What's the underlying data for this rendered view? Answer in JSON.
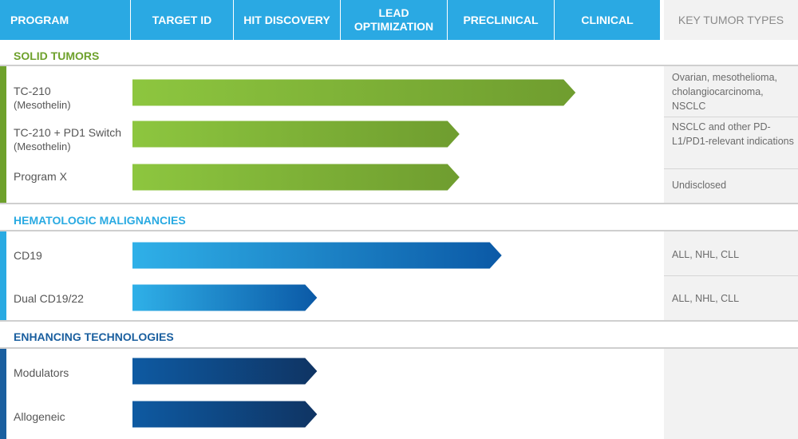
{
  "header": {
    "columns": [
      {
        "label": "PROGRAM",
        "align": "left"
      },
      {
        "label": "TARGET ID"
      },
      {
        "label": "HIT DISCOVERY"
      },
      {
        "label": "LEAD OPTIMIZATION"
      },
      {
        "label": "PRECLINICAL"
      },
      {
        "label": "CLINICAL"
      }
    ],
    "key_label": "KEY TUMOR TYPES"
  },
  "colors": {
    "header_blue": "#2aa9e3",
    "solid_green": "#7aab2b",
    "hematologic_blue": "#29aae2",
    "enhancing_navy": "#1a5f9f",
    "key_bg": "#f2f2f2"
  },
  "sections": [
    {
      "title": "SOLID TUMORS",
      "color": "#6ea12c",
      "programs": [
        {
          "name": "TC-210",
          "sub": "(Mesothelin)",
          "stage": "Clinical",
          "progress": 0.84,
          "tumor_types": "Ovarian, mesothelioma, cholangiocarcinoma, NSCLC"
        },
        {
          "name": "TC-210 + PD1 Switch",
          "sub": "(Mesothelin)",
          "stage": "Preclinical",
          "progress": 0.62,
          "tumor_types": "NSCLC and other PD-L1/PD1-relevant indications"
        },
        {
          "name": "Program X",
          "sub": "",
          "stage": "Preclinical",
          "progress": 0.62,
          "tumor_types": "Undisclosed"
        }
      ]
    },
    {
      "title": "HEMATOLOGIC MALIGNANCIES",
      "color": "#29aae2",
      "programs": [
        {
          "name": "CD19",
          "sub": "",
          "stage": "Preclinical",
          "progress": 0.7,
          "tumor_types": "ALL, NHL, CLL"
        },
        {
          "name": "Dual CD19/22",
          "sub": "",
          "stage": "Hit Discovery",
          "progress": 0.35,
          "tumor_types": "ALL, NHL, CLL"
        }
      ]
    },
    {
      "title": "ENHANCING TECHNOLOGIES",
      "color": "#1a5f9f",
      "programs": [
        {
          "name": "Modulators",
          "sub": "",
          "stage": "Hit Discovery",
          "progress": 0.35,
          "tumor_types": ""
        },
        {
          "name": "Allogeneic",
          "sub": "",
          "stage": "Hit Discovery",
          "progress": 0.35,
          "tumor_types": ""
        }
      ]
    }
  ]
}
